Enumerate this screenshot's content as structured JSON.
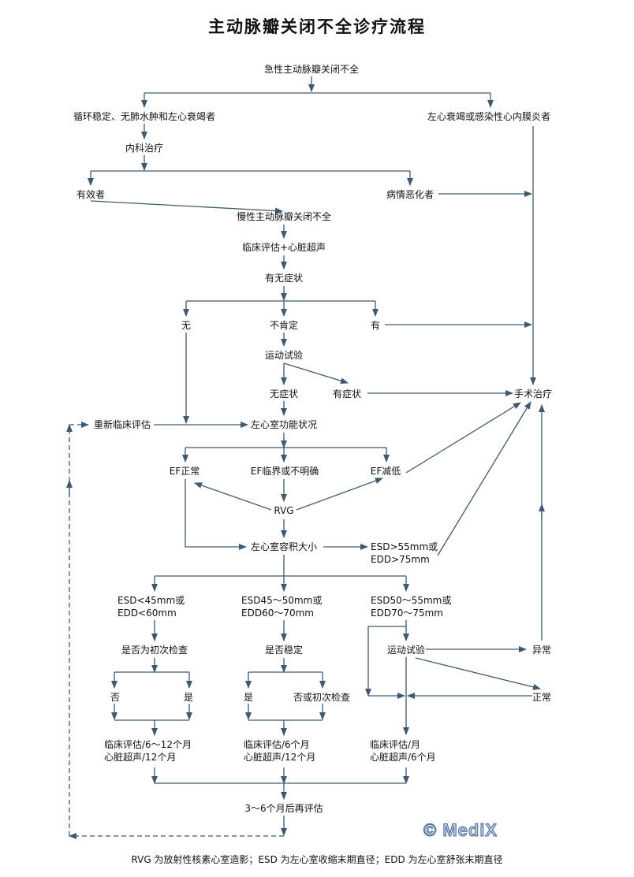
{
  "title": "主动脉瓣关闭不全诊疗流程",
  "colors": {
    "line": "#3f5a70",
    "text": "#111111",
    "watermark_fill": "#b9cce4",
    "watermark_stroke": "#4c6b93"
  },
  "nodes": {
    "acute_ar": "急性主动脉瓣关闭不全",
    "stable": "循环稳定、无肺水肿和左心衰竭者",
    "lhf_endocarditis": "左心衰竭或感染性心内膜炎者",
    "medical_tx": "内科治疗",
    "effective": "有效者",
    "worsening": "病情恶化者",
    "chronic_ar": "慢性主动脉瓣关闭不全",
    "clinical_echo": "临床评估+心脏超声",
    "symptoms_q": "有无症状",
    "sym_no": "无",
    "sym_uncertain": "不肯定",
    "sym_yes": "有",
    "exercise_test": "运动试验",
    "asymptomatic": "无症状",
    "symptomatic": "有症状",
    "surgery": "手术治疗",
    "reassess": "重新临床评估",
    "lv_function": "左心室功能状况",
    "ef_normal": "EF正常",
    "ef_borderline": "EF临界或不明确",
    "ef_reduced": "EF减低",
    "rvg": "RVG",
    "lv_volume": "左心室容积大小",
    "large_l1": "ESD>55mm或",
    "large_l2": "EDD>75mm",
    "small_l1": "ESD<45mm或",
    "small_l2": "EDD<60mm",
    "mid_l1": "ESD45～50mm或",
    "mid_l2": "EDD60～70mm",
    "upper_l1": "ESD50～55mm或",
    "upper_l2": "EDD70～75mm",
    "first_exam_q": "是否为初次检查",
    "stable_q": "是否稳定",
    "exercise_test2": "运动试验",
    "abnormal": "异常",
    "normal": "正常",
    "a_no": "否",
    "a_yes": "是",
    "b_yes": "是",
    "b_no_first": "否或初次检查",
    "fu1_l1": "临床评估/6～12个月",
    "fu1_l2": "心脏超声/12个月",
    "fu2_l1": "临床评估/6个月",
    "fu2_l2": "心脏超声/12个月",
    "fu3_l1": "临床评估/月",
    "fu3_l2": "心脏超声/6个月",
    "reeval": "3～6个月后再评估"
  },
  "footnote": "RVG 为放射性核素心室造影；ESD 为左心室收缩末期直径；EDD 为左心室舒张末期直径",
  "watermark": "© MediX"
}
